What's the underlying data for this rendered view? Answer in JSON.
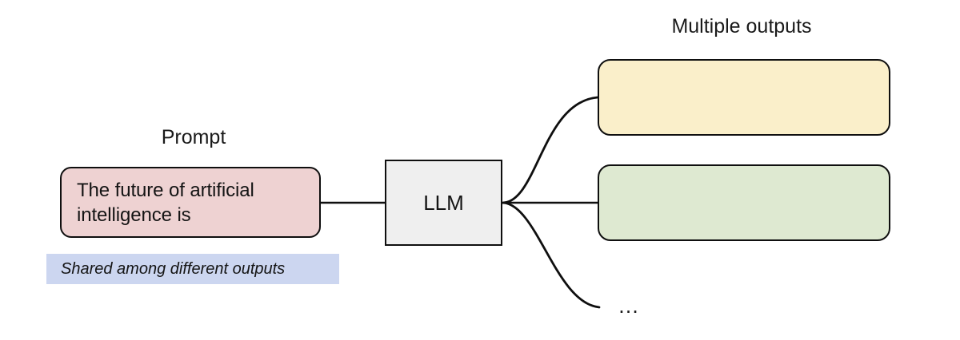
{
  "diagram": {
    "title_outputs": "Multiple outputs",
    "title_prompt": "Prompt",
    "prompt_box_text": "The future of artificial intelligence is",
    "model_box_text": "LLM",
    "shared_note": "Shared among different outputs",
    "ellipsis": "…",
    "output_boxes": [
      {
        "label": "",
        "fill": "#faefca"
      },
      {
        "label": "",
        "fill": "#dee9d1"
      }
    ],
    "colors": {
      "prompt_fill": "#eed2d2",
      "model_fill": "#efefef",
      "output_fill_1": "#faefca",
      "output_fill_2": "#dee9d1",
      "shared_band_fill": "#ccd6f0",
      "stroke": "#0f0f0f",
      "text": "#141414",
      "background": "#ffffff"
    }
  }
}
